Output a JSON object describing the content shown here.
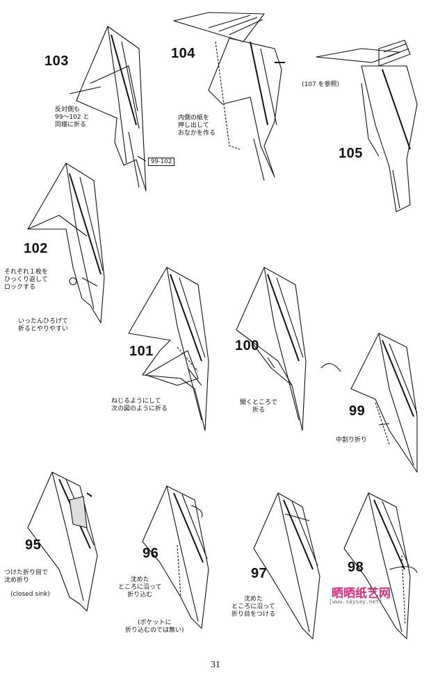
{
  "steps": {
    "s103": {
      "number": "103",
      "caption": "反対側も\n99〜102 と\n同様に折る",
      "ref": "99-102"
    },
    "s104": {
      "number": "104",
      "caption": "内側の紙を\n押し出して\nおなかを作る"
    },
    "s105": {
      "number": "105",
      "caption": "(107 を参照)"
    },
    "s102": {
      "number": "102",
      "caption": "それぞれ１枚を\nひっくり返して\nロックする",
      "caption2": "いったんひろげて\n折るとやりやすい"
    },
    "s101": {
      "number": "101",
      "caption": "ねじるようにして\n次の図のように折る"
    },
    "s100": {
      "number": "100",
      "caption": "開くところで\n折る"
    },
    "s99": {
      "number": "99",
      "caption": "中割り折り"
    },
    "s95": {
      "number": "95",
      "caption": "つけた折り目で\n沈め折り",
      "caption2": "(closed sink)"
    },
    "s96": {
      "number": "96",
      "caption": "沈めた\nところに沿って\n折り込む",
      "caption2": "(ポケットに\n折り込むのでは無い)"
    },
    "s97": {
      "number": "97",
      "caption": "沈めた\nところに沿って\n折り目をつける"
    },
    "s98": {
      "number": "98"
    }
  },
  "page_number": "31",
  "watermark": {
    "text": "晒晒纸艺网",
    "url": "[www.saysay.net]",
    "color": "#e5287f"
  }
}
